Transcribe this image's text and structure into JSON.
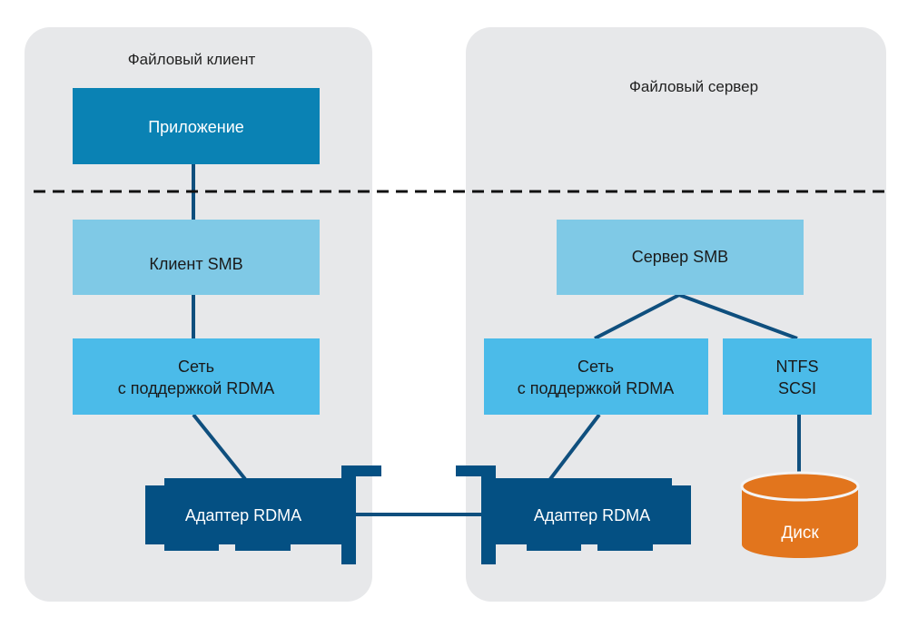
{
  "client": {
    "title": "Файловый клиент",
    "app": "Приложение",
    "smb": "Клиент SMB",
    "net_line1": "Сеть",
    "net_line2": "с поддержкой RDMA",
    "adapter": "Адаптер RDMA"
  },
  "server": {
    "title": "Файловый сервер",
    "smb": "Сервер SMB",
    "net_line1": "Сеть",
    "net_line2": "с поддержкой RDMA",
    "fs_line1": "NTFS",
    "fs_line2": "SCSI",
    "adapter": "Адаптер RDMA",
    "disk": "Диск"
  },
  "colors": {
    "panel": "#e7e8ea",
    "app": "#0a82b4",
    "smb": "#7fc9e6",
    "net": "#4bbbe9",
    "adapter": "#045083",
    "disk": "#e2751d",
    "line": "#0f4f7e"
  }
}
